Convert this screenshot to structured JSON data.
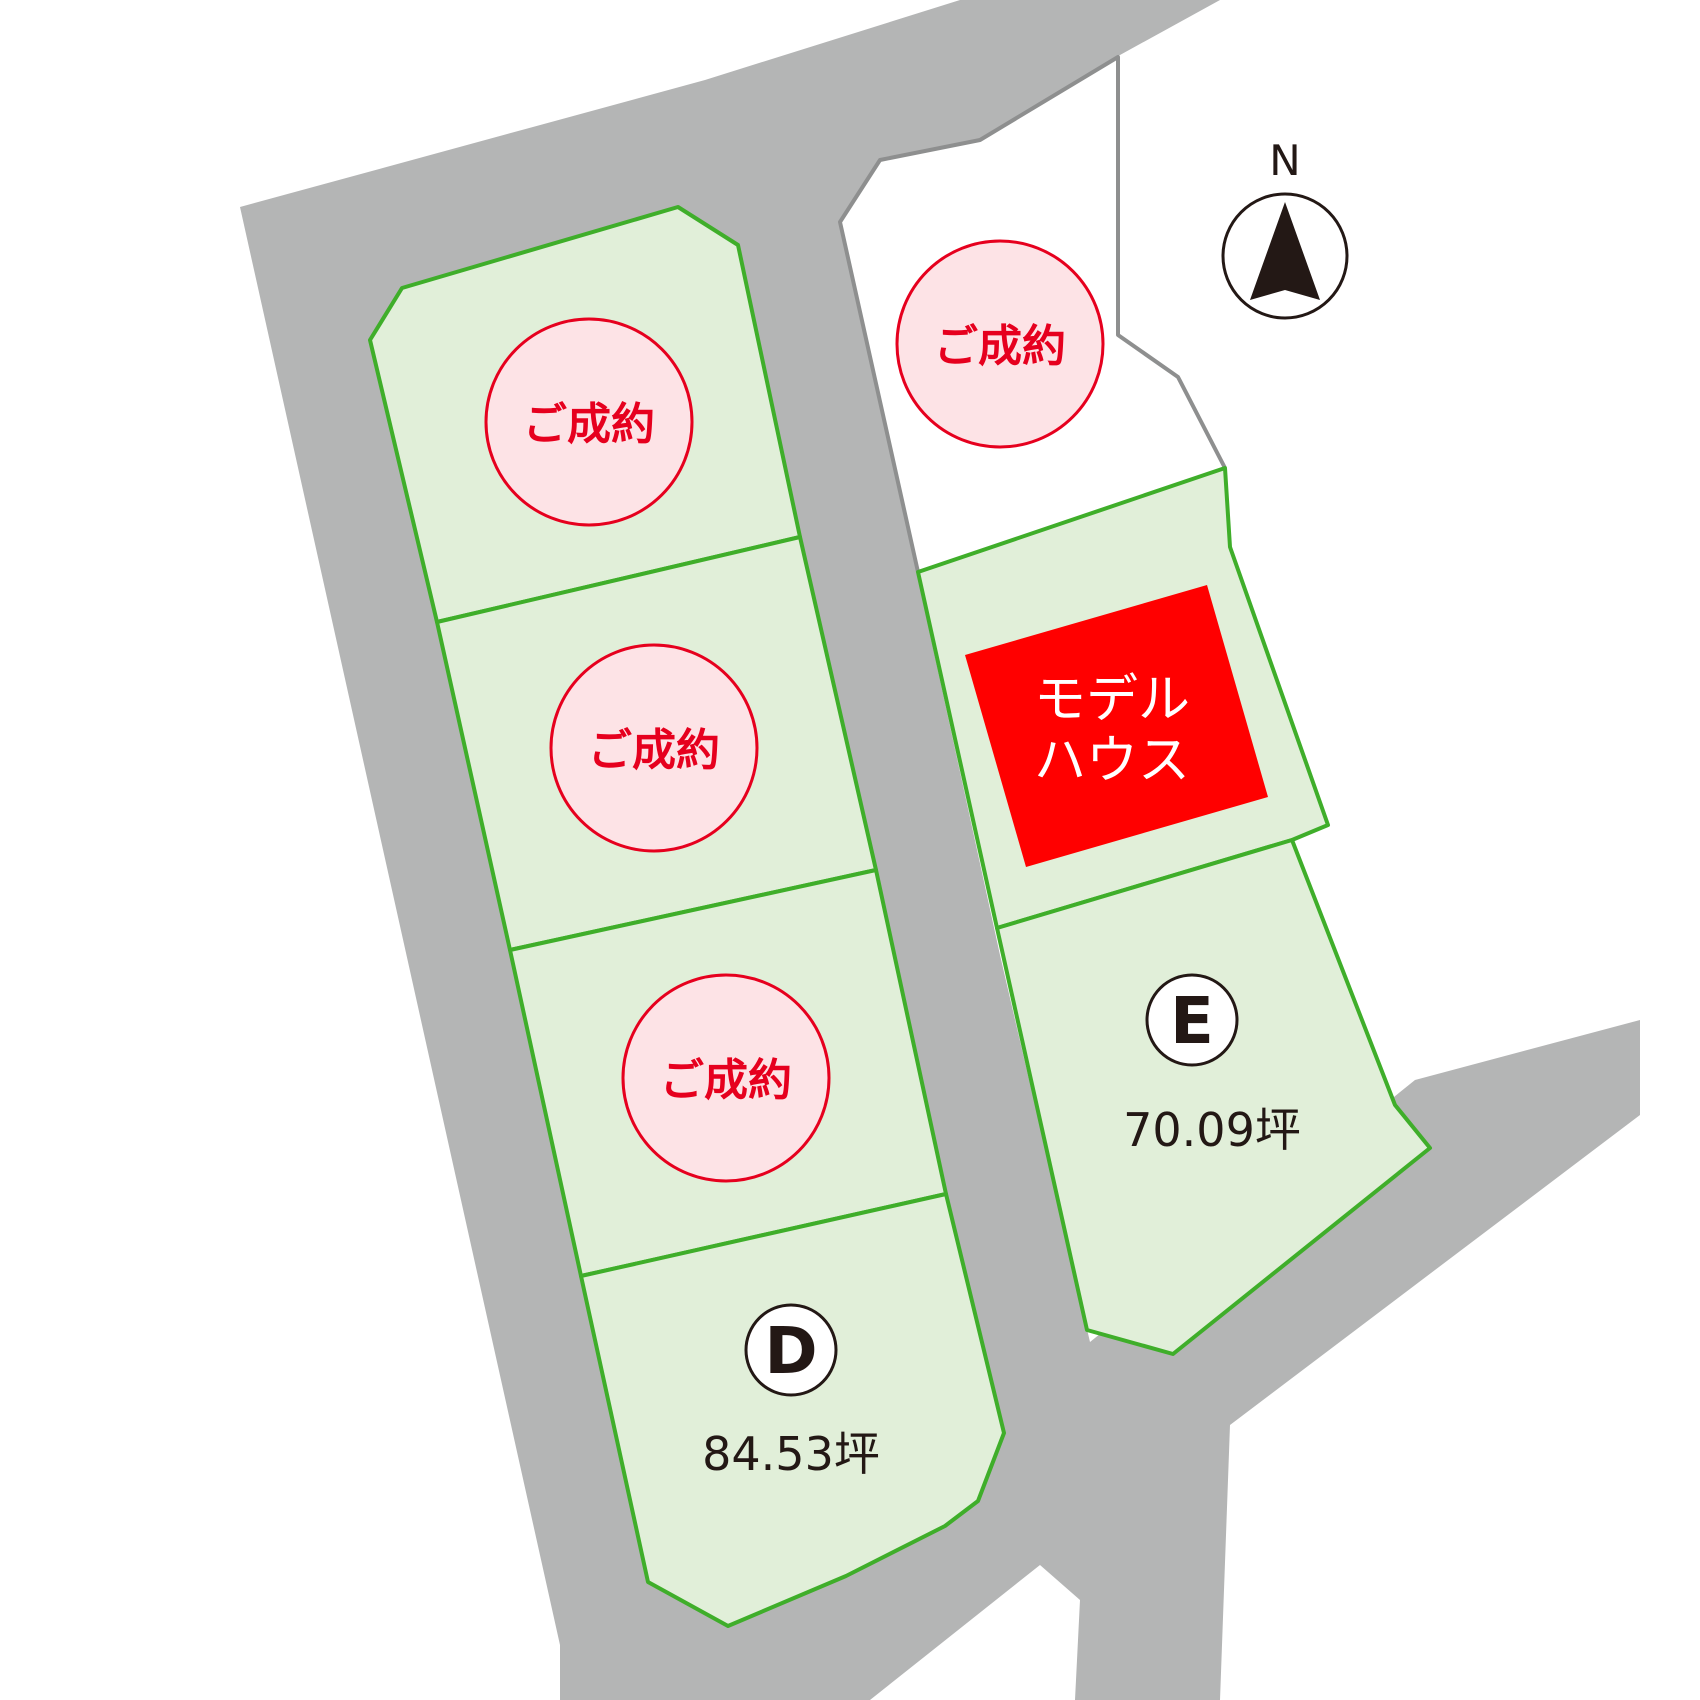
{
  "map": {
    "north_label": "N",
    "sold_label": "ご成約",
    "model_house": {
      "line1": "モデル",
      "line2": "ハウス"
    },
    "lot_d": {
      "letter": "D",
      "area": "84.53坪"
    },
    "lot_e": {
      "letter": "E",
      "area": "70.09坪"
    },
    "colors": {
      "road": "#b4b5b5",
      "lot_fill": "#e1efd9",
      "lot_border": "#3fae2a",
      "sold_red": "#e6001e",
      "sold_fill": "#fde3e6",
      "model_house": "#ff0000"
    },
    "icons": {
      "north": "compass-north-arrow-icon"
    }
  }
}
